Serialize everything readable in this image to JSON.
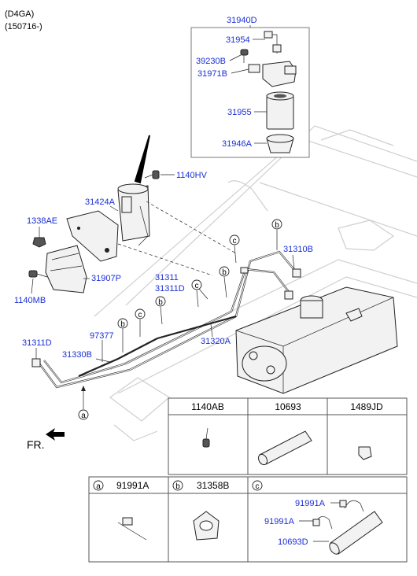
{
  "header": {
    "engine": "(D4GA)",
    "date_range": "(150716-)"
  },
  "callouts": {
    "fuel_filter_assy": "31940D",
    "sensor_assy": "31954",
    "bolt_39230b": "39230B",
    "bracket_31971b": "31971B",
    "filter_element": "31955",
    "bowl": "31946A",
    "bolt_1140hv": "1140HV",
    "filter_bracket": "31424A",
    "nut_1338ae": "1338AE",
    "protector": "31907P",
    "bolt_1140mb": "1140MB",
    "tube_31311": "31311",
    "tube_31311d_upper": "31311D",
    "tube_31310b": "31310B",
    "tube_31320a": "31320A",
    "clip_97377": "97377",
    "hose_31330b": "31330B",
    "tube_31311d_left": "31311D"
  },
  "markers": {
    "a": "a",
    "b": "b",
    "c": "c"
  },
  "front_label": "FR.",
  "legend_top": {
    "headers": [
      "1140AB",
      "10693",
      "1489JD"
    ]
  },
  "legend_bottom": {
    "cells": [
      {
        "marker": "a",
        "part": "91991A"
      },
      {
        "marker": "b",
        "part": "31358B"
      },
      {
        "marker": "c",
        "part": ""
      }
    ],
    "c_labels": [
      "91991A",
      "91991A",
      "10693D"
    ]
  }
}
